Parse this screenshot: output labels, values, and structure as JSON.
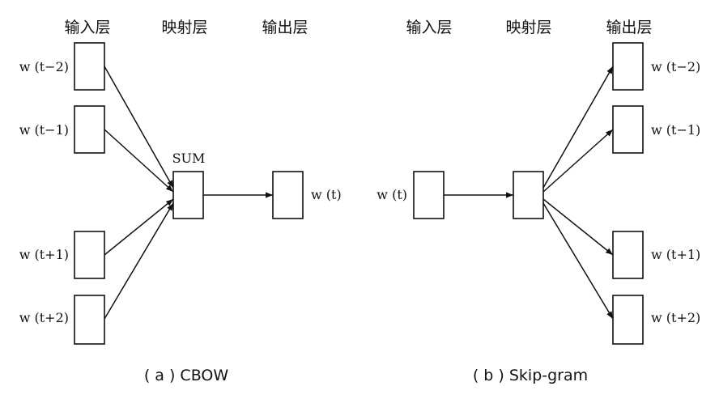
{
  "left": {
    "headers": {
      "input": "输入层",
      "projection": "映射层",
      "output": "输出层"
    },
    "context_words": [
      "w (t−2)",
      "w (t−1)",
      "w (t+1)",
      "w (t+2)"
    ],
    "sum_label": "SUM",
    "output_word": "w (t)",
    "caption": "( a ) CBOW"
  },
  "right": {
    "headers": {
      "input": "输入层",
      "projection": "映射层",
      "output": "输出层"
    },
    "input_word": "w (t)",
    "context_words": [
      "w (t−2)",
      "w (t−1)",
      "w (t+1)",
      "w (t+2)"
    ],
    "caption": "( b ) Skip-gram"
  }
}
